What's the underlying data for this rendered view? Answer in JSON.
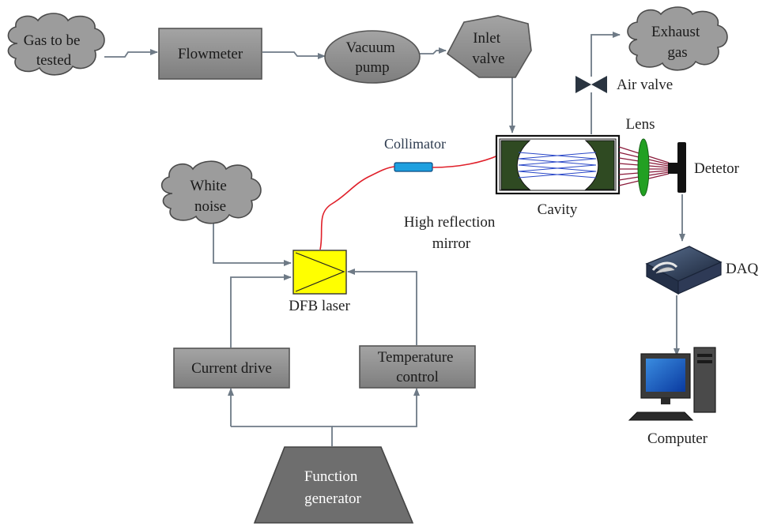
{
  "colors": {
    "box_fill": "#8c8c8c",
    "box_stroke": "#5e5e5e",
    "cloud_fill": "#9c9c9c",
    "arrow": "#6e7a86",
    "laser_fill": "#ffff00",
    "collimator_fill": "#1ea0e0",
    "fiber": "#e0202a",
    "mirror_fill": "#2f4a22",
    "lens_fill": "#22a022",
    "beam": "#8a1a3a",
    "inner_beam": "#2a48c8",
    "function_generator_fill": "#6e6e6e"
  },
  "gas_path": {
    "gas_to_be_tested": [
      "Gas to be",
      "tested"
    ],
    "flowmeter": "Flowmeter",
    "vacuum_pump": [
      "Vacuum",
      "pump"
    ],
    "inlet_valve": [
      "Inlet",
      "valve"
    ],
    "exhaust_gas": [
      "Exhaust",
      "gas"
    ],
    "air_valve": "Air valve"
  },
  "optics": {
    "collimator": "Collimator",
    "high_reflection_mirror": [
      "High reflection",
      "mirror"
    ],
    "cavity": "Cavity",
    "lens": "Lens",
    "detector": "Detetor",
    "daq": "DAQ",
    "computer": "Computer"
  },
  "laser": {
    "white_noise": [
      "White",
      "noise"
    ],
    "dfb_laser": "DFB laser",
    "current_drive": "Current drive",
    "temperature_control": [
      "Temperature",
      "control"
    ],
    "function_generator": [
      "Function",
      "generator"
    ]
  }
}
